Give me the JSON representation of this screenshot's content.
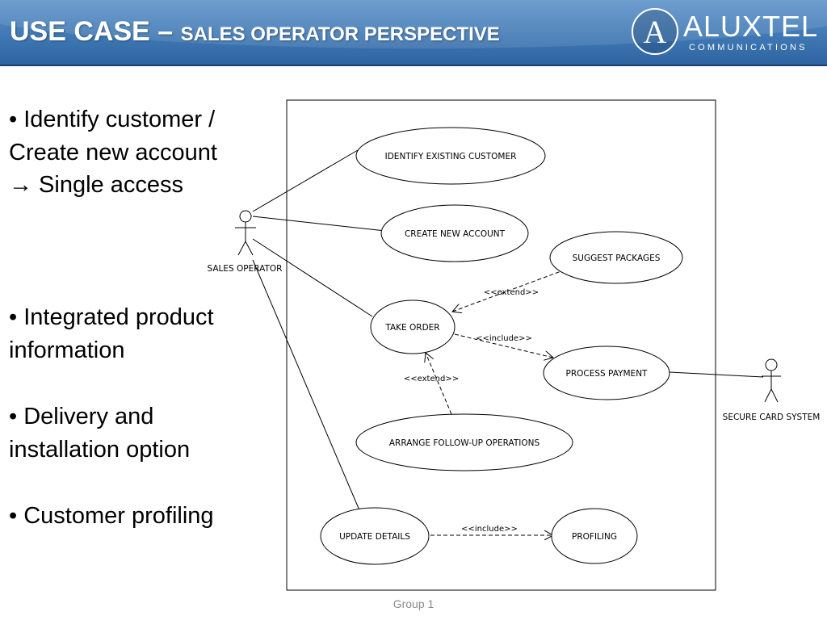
{
  "header": {
    "title_main": "USE CASE – ",
    "title_sub": "SALES OPERATOR PERSPECTIVE",
    "logo_letter": "A",
    "logo_name": "ALUXTEL",
    "logo_tagline": "COMMUNICATIONS"
  },
  "bullets": [
    "• Identify customer /\nCreate new account\n→ Single access",
    "• Integrated product\ninformation",
    "• Delivery and\ninstallation option",
    "• Customer profiling"
  ],
  "diagram": {
    "actors": {
      "sales_operator": "SALES OPERATOR",
      "secure_card_system": "SECURE CARD SYSTEM"
    },
    "use_cases": {
      "identify_existing_customer": "IDENTIFY EXISTING CUSTOMER",
      "create_new_account": "CREATE NEW ACCOUNT",
      "suggest_packages": "SUGGEST PACKAGES",
      "take_order": "TAKE ORDER",
      "process_payment": "PROCESS PAYMENT",
      "arrange_follow_up_operations": "ARRANGE FOLLOW-UP OPERATIONS",
      "update_details": "UPDATE DETAILS",
      "profiling": "PROFILING"
    },
    "relations": {
      "suggest_extend": "<<extend>>",
      "payment_include": "<<include>>",
      "followup_extend": "<<extend>>",
      "profiling_include": "<<include>>"
    }
  },
  "footer": {
    "text": "Group 1"
  }
}
